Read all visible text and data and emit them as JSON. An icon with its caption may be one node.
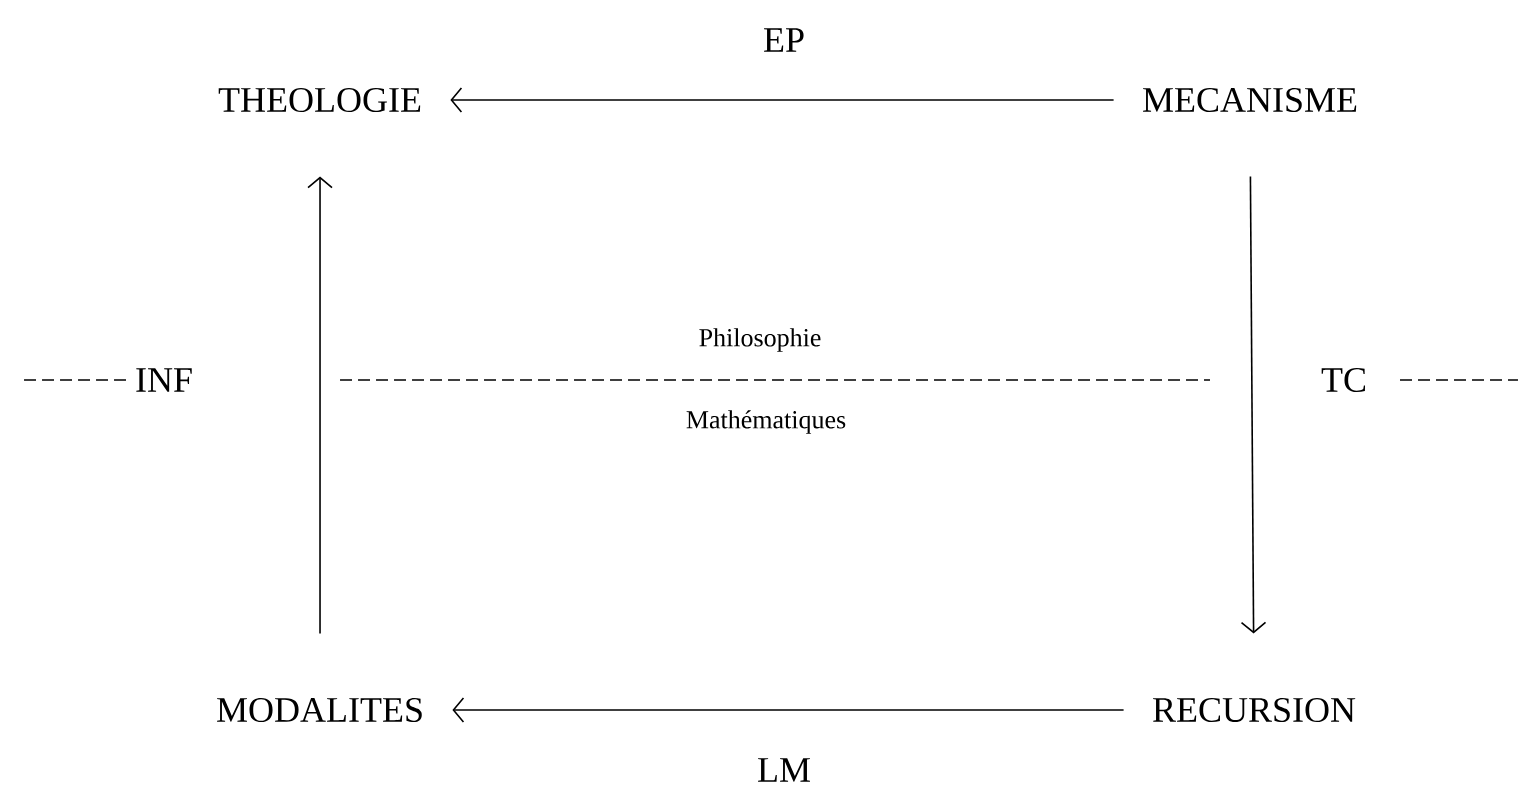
{
  "diagram": {
    "nodes": [
      {
        "text": [
          "THEOLOGIE"
        ]
      },
      {
        "text": [
          "MECANISME"
        ]
      },
      {
        "text": [
          "MODALITES"
        ]
      },
      {
        "text": [
          "RECURSION"
        ]
      }
    ],
    "edges": [
      {
        "from": 1,
        "to": 0,
        "arrow": "to",
        "label": "EP"
      },
      {
        "from": 1,
        "to": 3,
        "arrow": "to",
        "label": "TC"
      },
      {
        "from": 3,
        "to": 2,
        "arrow": "to",
        "label": "LM"
      },
      {
        "from": 2,
        "to": 0,
        "arrow": "to",
        "label": "INF"
      }
    ],
    "labels": [
      "Philosophie",
      "Mathématiques"
    ]
  }
}
